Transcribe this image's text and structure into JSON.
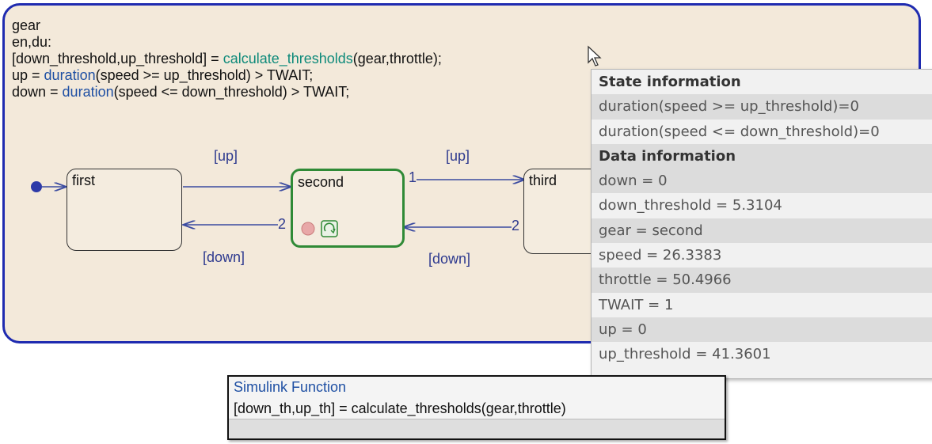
{
  "chart": {
    "code_lines": {
      "l1": "gear",
      "l2": "en,du:",
      "l3_a": "[down_threshold,up_threshold] = ",
      "l3_fn": "calculate_thresholds",
      "l3_b": "(gear,throttle);",
      "l4_a": "up = ",
      "l4_fn": "duration",
      "l4_b": "(speed >= up_threshold) > TWAIT;",
      "l5_a": "down = ",
      "l5_fn": "duration",
      "l5_b": "(speed <= down_threshold) > TWAIT;"
    },
    "states": {
      "first": "first",
      "second": "second",
      "third": "third"
    },
    "transitions": {
      "up1": "[up]",
      "up2": "[up]",
      "down1": "[down]",
      "down2": "[down]",
      "n1": "1",
      "n2a": "2",
      "n2b": "2"
    }
  },
  "popup": {
    "state_header": "State information",
    "state_rows": [
      "duration(speed >= up_threshold)=0",
      "duration(speed <= down_threshold)=0"
    ],
    "data_header": "Data information",
    "data_rows": [
      "down = 0",
      "down_threshold = 5.3104",
      "gear = second",
      "speed = 26.3383",
      "throttle = 50.4966",
      "TWAIT = 1",
      "up = 0",
      "up_threshold = 41.3601"
    ]
  },
  "simulink_function": {
    "title": "Simulink Function",
    "signature": "[down_th,up_th] = calculate_thresholds(gear,throttle)"
  },
  "colors": {
    "chart_border": "#1f2bb0",
    "chart_fill": "#f3e9da",
    "active_state": "#2f8a36",
    "transition": "#3a4aa0"
  }
}
